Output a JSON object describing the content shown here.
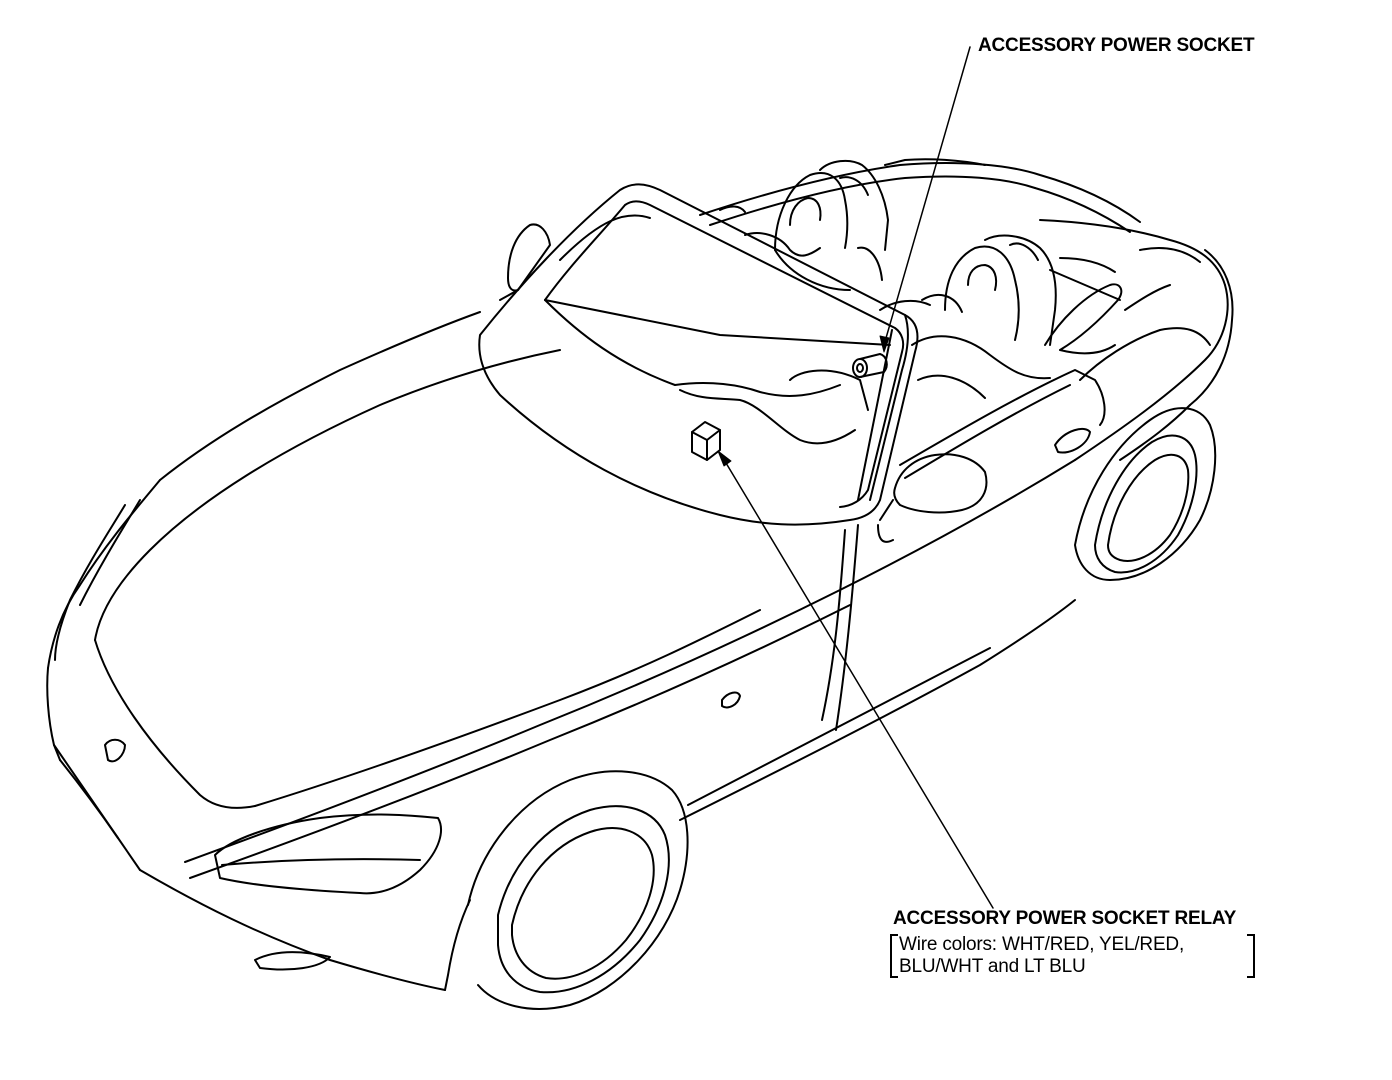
{
  "labels": {
    "socket": "ACCESSORY POWER SOCKET",
    "relay": "ACCESSORY POWER SOCKET RELAY",
    "wire_line1": "Wire colors: WHT/RED, YEL/RED,",
    "wire_line2": "BLU/WHT and LT BLU"
  },
  "colors": {
    "line": "#000000",
    "background": "#ffffff"
  }
}
